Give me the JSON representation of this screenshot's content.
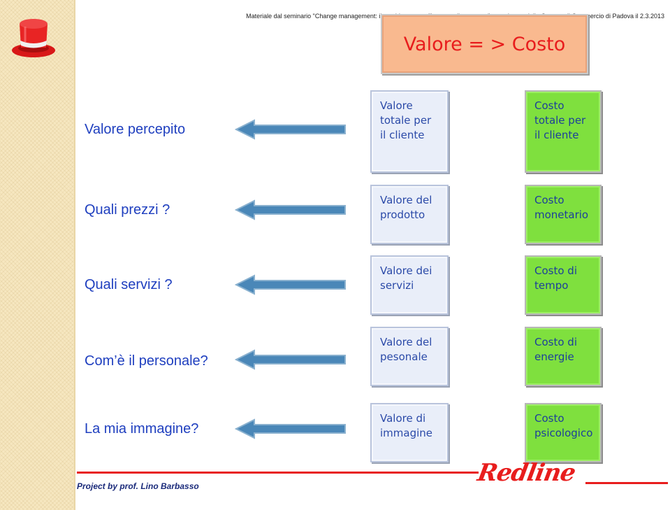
{
  "header": {
    "note": "Materiale dal seminario \"Change management: il cambiamento e l'impresa di successo\" organizzato dalla Camera di Commercio di Padova il 2.3.2013",
    "title": "Valore = > Costo"
  },
  "rows": [
    {
      "label": "Valore percepito",
      "value": "Valore totale per il cliente",
      "cost": "Costo totale per il cliente"
    },
    {
      "label": "Quali prezzi ?",
      "value": "Valore del prodotto",
      "cost": "Costo monetario"
    },
    {
      "label": "Quali servizi ?",
      "value": "Valore dei servizi",
      "cost": "Costo di tempo"
    },
    {
      "label": "Com’è il personale?",
      "value": "Valore del pesonale",
      "cost": "Costo di energie"
    },
    {
      "label": "La mia immagine?",
      "value": "Valore di immagine",
      "cost": "Costo psicologico"
    }
  ],
  "footer": {
    "credit": "Project by  prof. Lino Barbasso",
    "brand": "Redline"
  },
  "colors": {
    "accent_red": "#e81d1d",
    "label_blue": "#1f3fbf",
    "value_card": "#e9eef9",
    "cost_card": "#7fe03e",
    "title_box": "#f9b98f",
    "arrow": "#4a87b8"
  },
  "icons": {
    "logo": "red-top-hat-icon",
    "arrow": "left-arrow-icon"
  }
}
